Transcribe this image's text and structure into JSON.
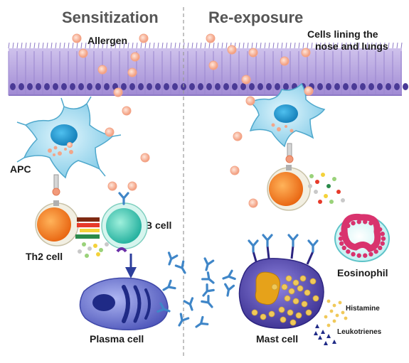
{
  "headings": {
    "sensitization": "Sensitization",
    "reexposure": "Re-exposure"
  },
  "labels": {
    "allergen": "Allergen",
    "lining_line1": "Cells lining the",
    "lining_line2": "nose and lungs",
    "apc": "APC",
    "th2": "Th2 cell",
    "bcell": "B cell",
    "plasma": "Plasma cell",
    "mast": "Mast cell",
    "eosinophil": "Eosinophil",
    "histamine": "Histamine",
    "leukotrienes": "Leukotrienes"
  },
  "colors": {
    "epithelium": "#b9a7dd",
    "epithelium_dark": "#7e68b8",
    "nucleus": "#4a3a96",
    "apc": "#8fd3ea",
    "apc_nucleus": "#1a8fc4",
    "t_cell": "#ef7d22",
    "b_cell": "#3cc6b4",
    "plasma": "#4e58c0",
    "mast": "#4b3da3",
    "antibody": "#3f86c8",
    "allergen": "#f7b89f",
    "eosinophil": "#d9336e",
    "granule": "#f0c95a",
    "divider": "#999999",
    "arrow": "#2c3e9c"
  },
  "icons": {
    "allergen": "allergen-particle-icon",
    "antibody": "antibody-y-icon"
  }
}
